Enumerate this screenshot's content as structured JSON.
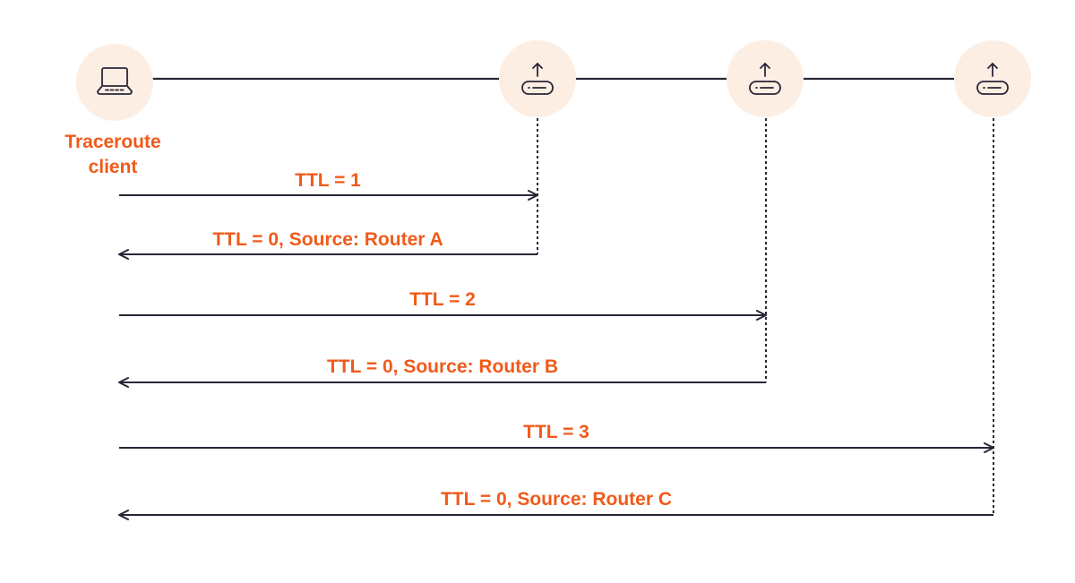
{
  "client": {
    "icon": "laptop-icon",
    "label_line1": "Traceroute",
    "label_line2": "client"
  },
  "routers": [
    {
      "icon": "router-icon"
    },
    {
      "icon": "router-icon"
    },
    {
      "icon": "router-icon"
    }
  ],
  "messages": [
    {
      "label": "TTL = 1",
      "direction": "outbound",
      "router": 0
    },
    {
      "label": "TTL = 0, Source: Router A",
      "direction": "return",
      "router": 0
    },
    {
      "label": "TTL = 2",
      "direction": "outbound",
      "router": 1
    },
    {
      "label": "TTL = 0, Source: Router B",
      "direction": "return",
      "router": 1
    },
    {
      "label": "TTL = 3",
      "direction": "outbound",
      "router": 2
    },
    {
      "label": "TTL = 0, Source: Router C",
      "direction": "return",
      "router": 2
    }
  ],
  "colors": {
    "accent": "#f05a1a",
    "line": "#2a2537",
    "node_fill": "#fdeee3"
  }
}
